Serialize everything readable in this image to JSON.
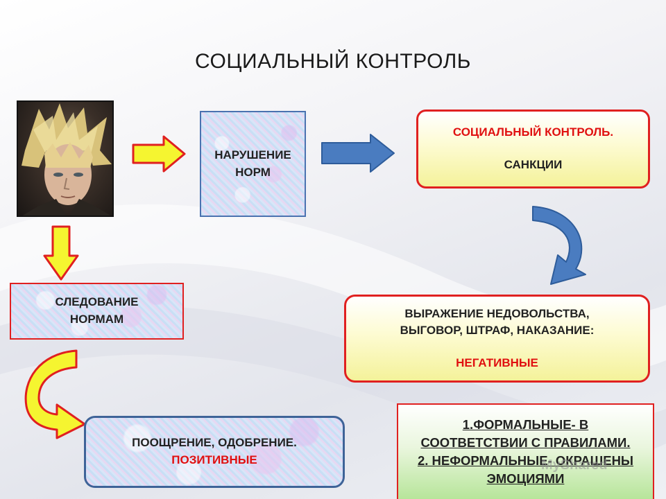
{
  "title": "СОЦИАЛЬНЫЙ КОНТРОЛЬ",
  "violation": {
    "line1": "НАРУШЕНИЕ",
    "line2": "НОРМ"
  },
  "social_control": {
    "line1": "СОЦИАЛЬНЫЙ КОНТРОЛЬ.",
    "line2": "САНКЦИИ"
  },
  "following": {
    "line1": "СЛЕДОВАНИЕ",
    "line2": "НОРМАМ"
  },
  "negative": {
    "line1": "ВЫРАЖЕНИЕ  НЕДОВОЛЬСТВА,",
    "line2": "ВЫГОВОР,  ШТРАФ, НАКАЗАНИЕ:",
    "label": "НЕГАТИВНЫЕ"
  },
  "positive": {
    "line1": "ПООЩРЕНИЕ, ОДОБРЕНИЕ.",
    "label": "ПОЗИТИВНЫЕ"
  },
  "formal": {
    "line1": "1.ФОРМАЛЬНЫЕ- В",
    "line2": "СООТВЕТСТВИИ  С ПРАВИЛАМИ.",
    "line3": "2. НЕФОРМАЛЬНЫЕ- ОКРАШЕНЫ",
    "line4": "ЭМОЦИЯМИ"
  },
  "watermark": "MyShared",
  "colors": {
    "red": "#e01010",
    "blue_arrow": "#4a7cc0",
    "yellow_arrow": "#f5f530",
    "border_red": "#e02020"
  }
}
